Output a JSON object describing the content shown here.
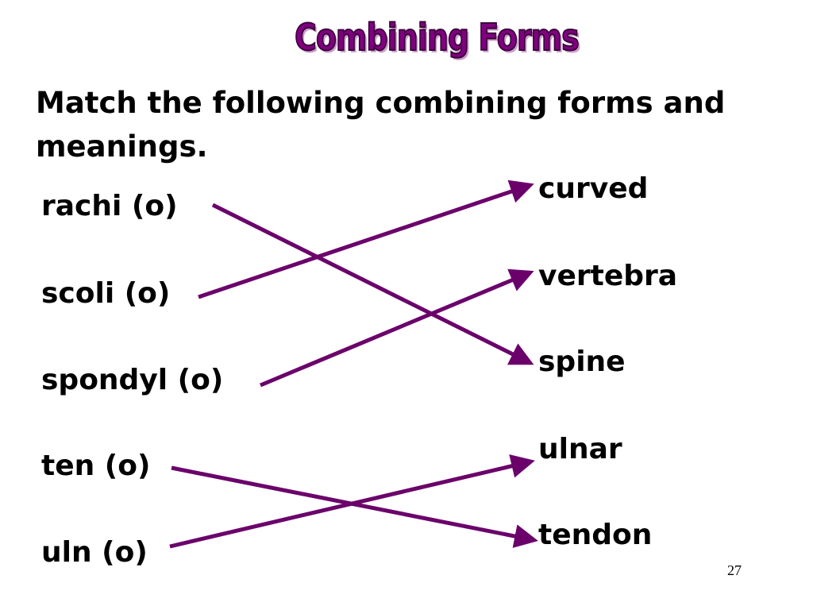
{
  "slide": {
    "title": "Combining Forms",
    "instruction": "Match the following combining forms and meanings.",
    "page_number": "27"
  },
  "left_terms": [
    "rachi (o)",
    "scoli (o)",
    "spondyl (o)",
    "ten (o)",
    "uln (o)"
  ],
  "right_terms": [
    "curved",
    "vertebra",
    "spine",
    "ulnar",
    "tendon"
  ],
  "matches": [
    {
      "from": "rachi (o)",
      "to": "spine"
    },
    {
      "from": "scoli (o)",
      "to": "curved"
    },
    {
      "from": "spondyl (o)",
      "to": "vertebra"
    },
    {
      "from": "ten (o)",
      "to": "tendon"
    },
    {
      "from": "uln (o)",
      "to": "ulnar"
    }
  ],
  "colors": {
    "title": "#800080",
    "connector": "#6b006b",
    "text": "#000000"
  }
}
